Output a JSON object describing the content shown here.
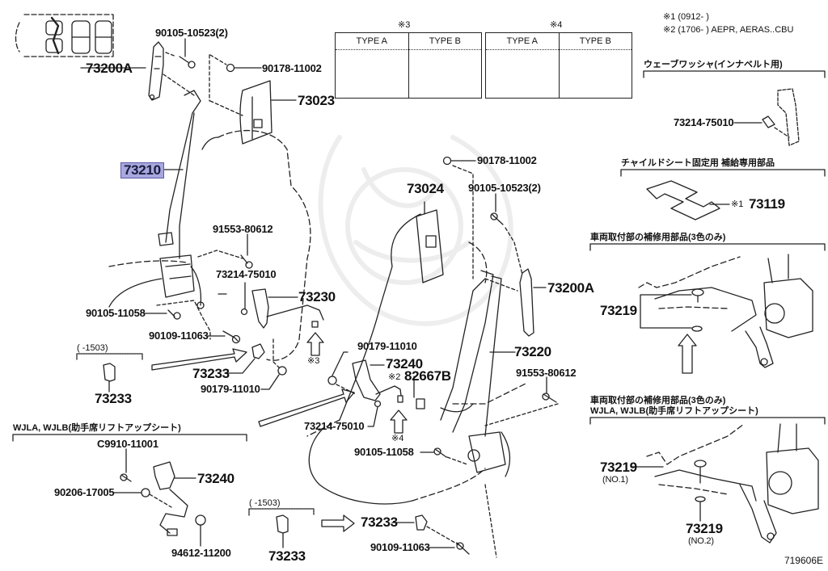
{
  "diagram": {
    "title_code": "719606E",
    "notes": {
      "n1": "※1 (0912-      )",
      "n2": "※2 (1706-      ) AEPR, AERAS..CBU"
    },
    "type_tables": [
      {
        "marker": "※3",
        "columns": [
          "TYPE A",
          "TYPE B"
        ]
      },
      {
        "marker": "※4",
        "columns": [
          "TYPE A",
          "TYPE B"
        ]
      }
    ],
    "sections": {
      "wave_washer": "ウェーブワッシャ(インナベルト用)",
      "child_seat": "チャイルドシート固定用 補給専用部品",
      "repair_parts": "車両取付部の補修用部品(3色のみ)",
      "repair_parts_lift_1": "車両取付部の補修用部品(3色のみ)",
      "repair_parts_lift_2": "WJLA, WJLB(助手席リフトアップシート)",
      "lift_seat": "WJLA, WJLB(助手席リフトアップシート)"
    },
    "ranges": {
      "left": "(     -1503)",
      "bottom": "(     -1503)"
    },
    "markers": {
      "m3_arrow": "※3",
      "m4_arrow": "※4"
    },
    "parts": {
      "p_90105_10523_top": "90105-10523(2)",
      "p_73200A_left": "73200A",
      "p_90178_11002_top": "90178-11002",
      "p_73023": "73023",
      "p_73210": "73210",
      "p_91553_80612_left": "91553-80612",
      "p_73214_75010_left": "73214-75010",
      "p_73230": "73230",
      "p_90105_11058_left": "90105-11058",
      "p_90109_11063_left": "90109-11063",
      "p_73233_mid": "73233",
      "p_90179_11010_left": "90179-11010",
      "p_73233_left": "73233",
      "p_90178_11002_mid": "90178-11002",
      "p_73024": "73024",
      "p_90105_10523_mid": "90105-10523(2)",
      "p_73200A_right": "73200A",
      "p_90179_11010_mid": "90179-11010",
      "p_73240_mid": "73240",
      "p_82667B_prefix": "※2",
      "p_82667B": "82667B",
      "p_73220": "73220",
      "p_91553_80612_right": "91553-80612",
      "p_73214_75010_mid": "73214-75010",
      "p_90105_11058_mid": "90105-11058",
      "p_C9910_11001": "C9910-11001",
      "p_73240_low": "73240",
      "p_90206_17005": "90206-17005",
      "p_94612_11200": "94612-11200",
      "p_73233_bottom_left": "73233",
      "p_73233_bottom_mid": "73233",
      "p_90109_11063_bottom": "90109-11063",
      "p_73214_75010_right": "73214-75010",
      "p_73119_prefix": "※1",
      "p_73119": "73119",
      "p_73219_upper": "73219",
      "p_73219_no1": "73219",
      "p_73219_no1_sub": "(NO.1)",
      "p_73219_no2": "73219",
      "p_73219_no2_sub": "(NO.2)"
    },
    "highlight_color": "#a8a8e0"
  }
}
